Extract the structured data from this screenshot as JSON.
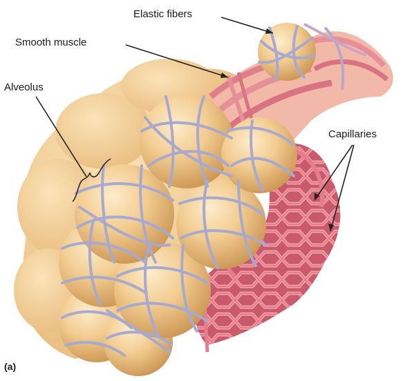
{
  "figure": {
    "labels": {
      "elastic_fibers": "Elastic fibers",
      "smooth_muscle": "Smooth muscle",
      "alveolus": "Alveolus",
      "capillaries": "Capillaries",
      "panel": "(a)"
    },
    "colors": {
      "alveolus_fill": "#f1c887",
      "alveolus_shadow": "#c9924e",
      "alveolus_highlight": "#fbe7c3",
      "elastic_fiber": "#a7a9cf",
      "capillary": "#e67f8c",
      "capillary_dark": "#c95c6e",
      "muscle": "#e58f98",
      "leader_line": "#222222"
    }
  }
}
